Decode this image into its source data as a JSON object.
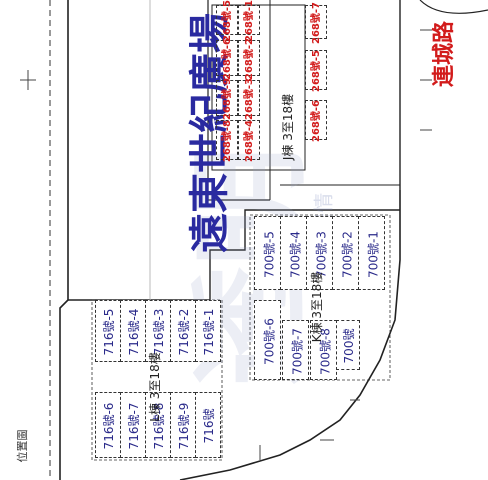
{
  "caption": "位置圖",
  "title": "遠東世紀廣場",
  "road": "連城路",
  "watermark": "透明",
  "watermark_small": "SPA 居情",
  "buildings": {
    "j": {
      "label": "J棟 3至18樓",
      "color": "#d21b1b"
    },
    "k": {
      "label": "K棟 3至18樓",
      "color": "#2a2a8a"
    },
    "l": {
      "label": "L棟 3至18樓",
      "color": "#2a2a8a"
    }
  },
  "units_716_top": [
    "716號-5",
    "716號-4",
    "716號-3",
    "716號-2",
    "716號-1"
  ],
  "units_716_bottom": [
    "716號-6",
    "716號-7",
    "716號-8",
    "716號-9",
    "716號"
  ],
  "units_700_top": [
    "700號-5",
    "700號-4",
    "700號-3",
    "700號-2",
    "700號-1"
  ],
  "units_700_bottom": [
    "700號-6",
    "700號-7",
    "700號-8",
    "700號"
  ],
  "units_268": [
    "268號-5",
    "268號-1",
    "268號-6",
    "268號-2",
    "268號-9",
    "268號-3",
    "268號-8",
    "268號-4",
    "268號-7",
    "268號-5",
    "268號-6"
  ]
}
